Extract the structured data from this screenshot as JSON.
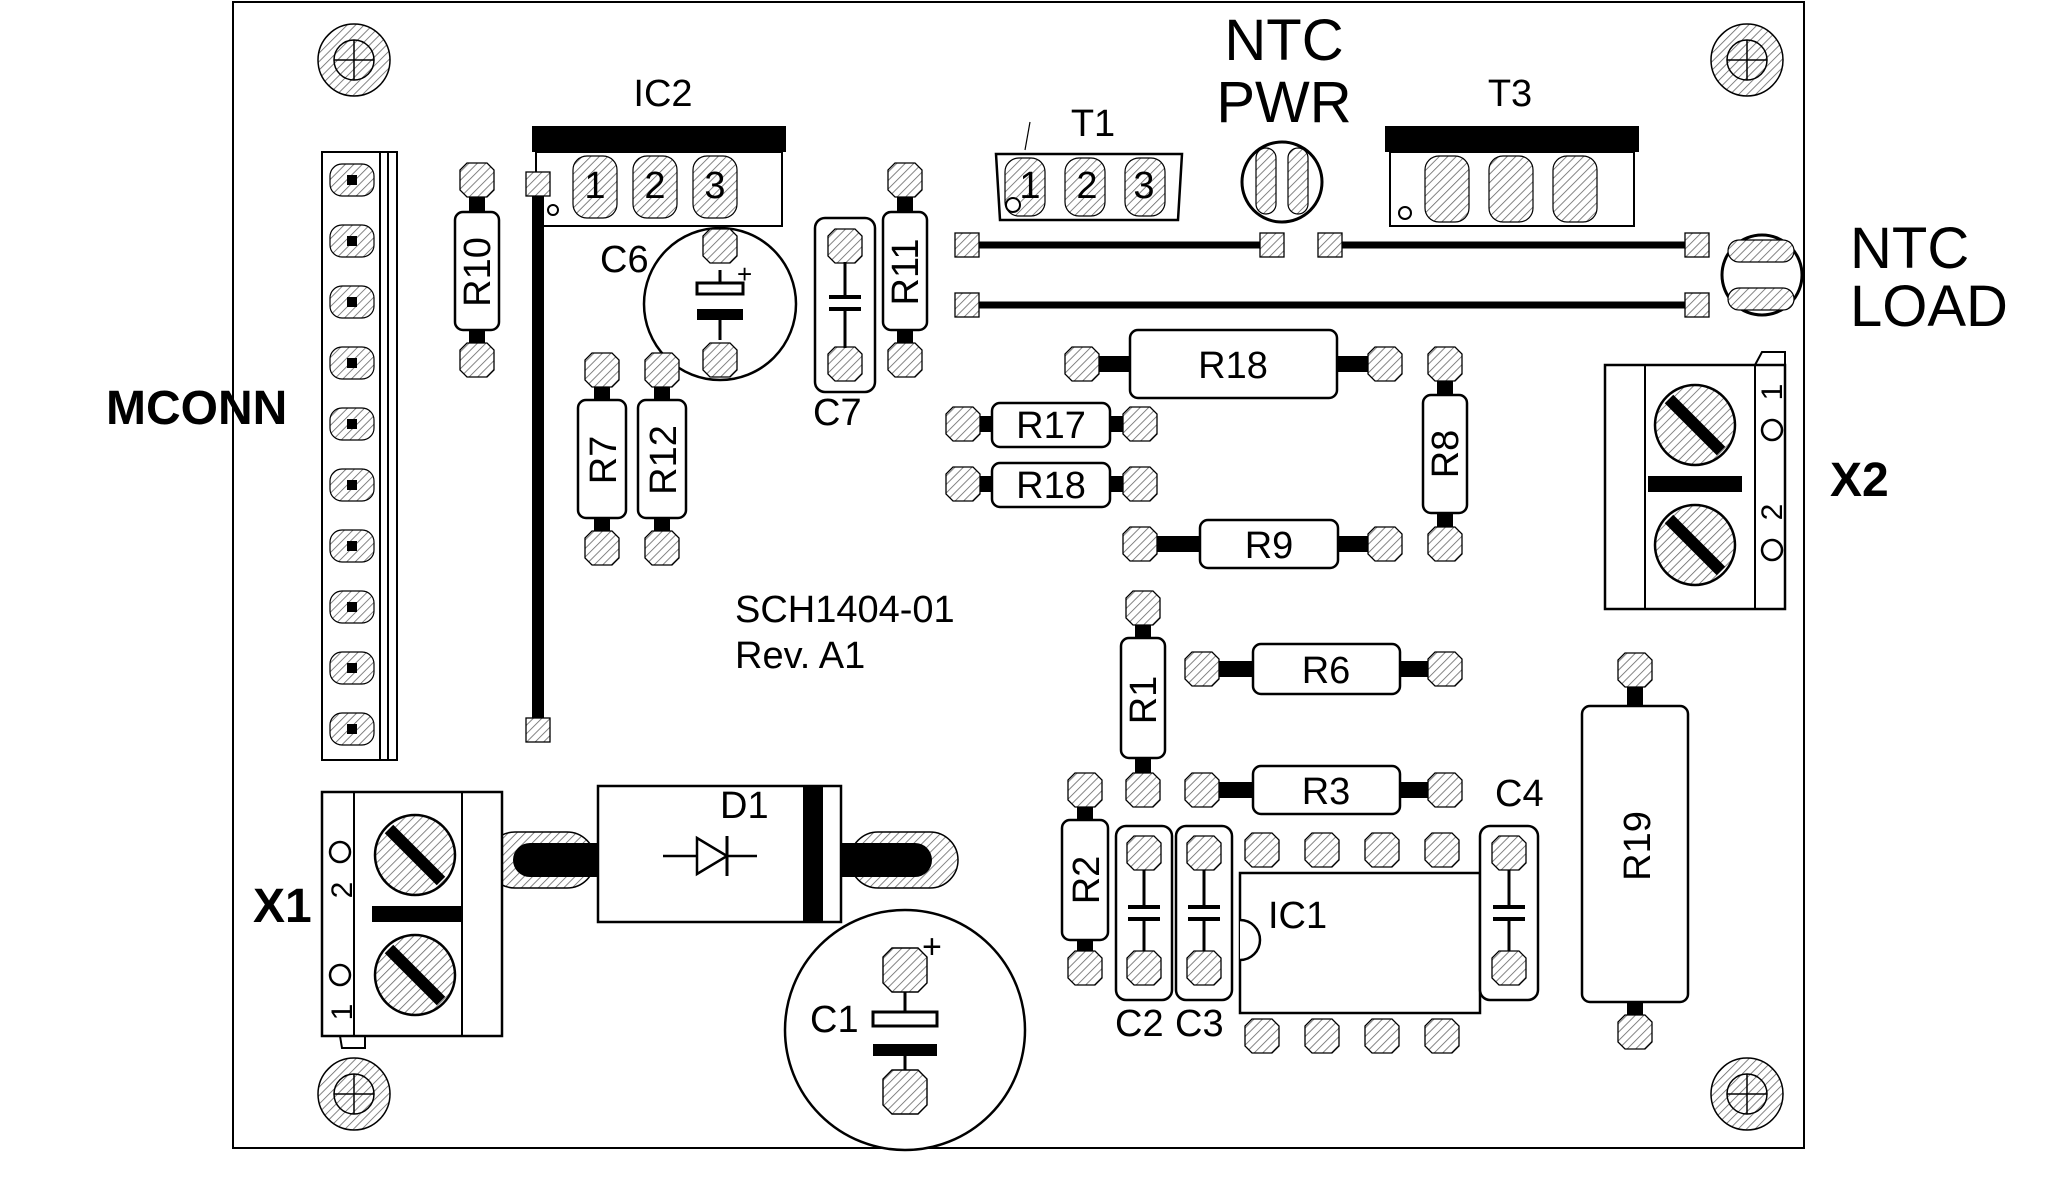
{
  "board": {
    "id": "SCH1404-01",
    "rev": "Rev. A1"
  },
  "labels": {
    "mconn": "MCONN",
    "x1": "X1",
    "x2": "X2",
    "ic1": "IC1",
    "ic2": "IC2",
    "t1": "T1",
    "t3": "T3",
    "ntc_pwr_1": "NTC",
    "ntc_pwr_2": "PWR",
    "ntc_load_1": "NTC",
    "ntc_load_2": "LOAD",
    "d1": "D1",
    "c1": "C1",
    "c2": "C2",
    "c3": "C3",
    "c4": "C4",
    "c6": "C6",
    "c7": "C7",
    "r1": "R1",
    "r2": "R2",
    "r3": "R3",
    "r6": "R6",
    "r7": "R7",
    "r8": "R8",
    "r9": "R9",
    "r10": "R10",
    "r11": "R11",
    "r12": "R12",
    "r17": "R17",
    "r18a": "R18",
    "r18b": "R18",
    "r19": "R19"
  },
  "pins": {
    "one": "1",
    "two": "2",
    "three": "3",
    "plus": "+"
  },
  "colors": {
    "ink": "#000000",
    "hatch": "#555555",
    "paper": "#ffffff"
  }
}
